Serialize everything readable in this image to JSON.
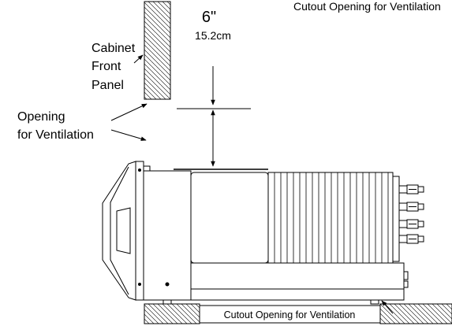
{
  "labels": {
    "top_right": "Cutout Opening for Ventilation",
    "cabinet": [
      "Cabinet",
      "Front",
      "Panel"
    ],
    "opening": [
      "Opening",
      "for Ventilation"
    ],
    "clearance_in": "6\"",
    "clearance_cm": "15.2cm",
    "bottom_box": "Cutout Opening for Ventilation"
  }
}
